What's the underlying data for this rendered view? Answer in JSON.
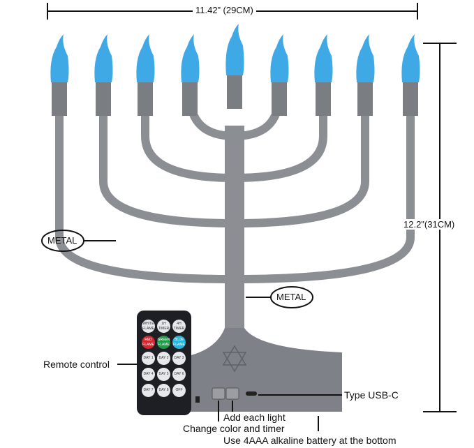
{
  "dimensions": {
    "width_label": "11.42”  (29CM)",
    "height_label": "12.2\"(31CM)"
  },
  "callouts": {
    "metal_left": "METAL",
    "metal_center": "METAL",
    "remote": "Remote control",
    "usb": "Type USB-C",
    "add_light": "Add each light",
    "change_color": "Change color and timer",
    "battery": "Use 4AAA alkaline battery at the bottom"
  },
  "remote_buttons": [
    {
      "label": "WHITE FLAME",
      "color": "#e6e8ec"
    },
    {
      "label": "1H TIMER",
      "color": "#e6e8ec"
    },
    {
      "label": "4H TIMER",
      "color": "#e6e8ec"
    },
    {
      "label": "RED FLAME",
      "color": "#d3262f"
    },
    {
      "label": "GREEN FLAME",
      "color": "#1f9a45"
    },
    {
      "label": "BLUE FLAME",
      "color": "#23b7e0"
    },
    {
      "label": "DAY 1",
      "color": "#e6e8ec"
    },
    {
      "label": "DAY 2",
      "color": "#e6e8ec"
    },
    {
      "label": "DAY 3",
      "color": "#e6e8ec"
    },
    {
      "label": "DAY 4",
      "color": "#e6e8ec"
    },
    {
      "label": "DAY 5",
      "color": "#e6e8ec"
    },
    {
      "label": "DAY 6",
      "color": "#e6e8ec"
    },
    {
      "label": "DAY 7",
      "color": "#e6e8ec"
    },
    {
      "label": "DAY 8",
      "color": "#e6e8ec"
    },
    {
      "label": "OFF",
      "color": "#e6e8ec"
    }
  ],
  "colors": {
    "flame": "#3fa9e6",
    "metal": "#8b8e93"
  }
}
